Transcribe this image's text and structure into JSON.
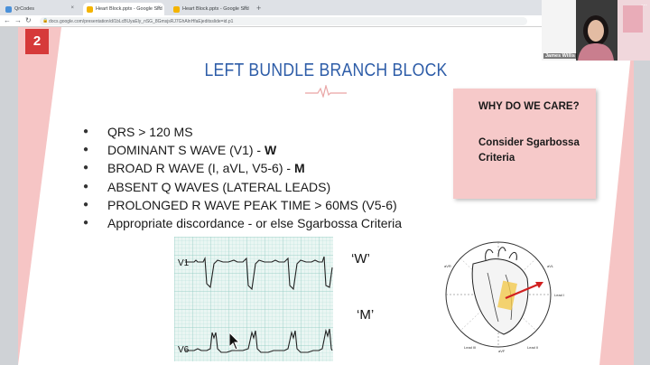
{
  "browser": {
    "tabs": [
      {
        "label": "QrCodes",
        "favicon_color": "#4a90d9",
        "active": false
      },
      {
        "label": "Heart Block.pptx - Google Slid",
        "favicon_color": "#f4b400",
        "active": true
      },
      {
        "label": "Heart Block.pptx - Google Slid",
        "favicon_color": "#f4b400",
        "active": false
      }
    ],
    "new_tab": "+",
    "nav": {
      "back": "←",
      "forward": "→",
      "reload": "↻"
    },
    "url": "docs.google.com/presentation/d/1bLcBUyaEly_nSG_8GmsjsRJ7GhAlnHfaEjeditsslide=id.p1"
  },
  "slide": {
    "number": "2",
    "title": "LEFT BUNDLE BRANCH BLOCK",
    "bullets": [
      {
        "text": "QRS > 120 MS",
        "bold": ""
      },
      {
        "text": "DOMINANT S WAVE (V1) - ",
        "bold": "W"
      },
      {
        "text": "BROAD R WAVE (I, aVL, V5-6) - ",
        "bold": "M"
      },
      {
        "text": "ABSENT Q WAVES (LATERAL LEADS)",
        "bold": ""
      },
      {
        "text": "PROLONGED R WAVE PEAK TIME > 60MS (V5-6)",
        "bold": ""
      },
      {
        "text": "Appropriate discordance - or else Sgarbossa Criteria",
        "bold": ""
      }
    ],
    "callout": {
      "heading": "WHY DO WE CARE?",
      "text": "Consider Sgarbossa Criteria"
    },
    "ecg": {
      "lead1": "V1",
      "lead2": "V6",
      "label1": "‘W’",
      "label2": "‘M’"
    }
  },
  "video": {
    "name": "James Willis"
  },
  "colors": {
    "accent_red": "#d63a3a",
    "title_blue": "#2e5da8",
    "pink": "#f6c5c5"
  }
}
